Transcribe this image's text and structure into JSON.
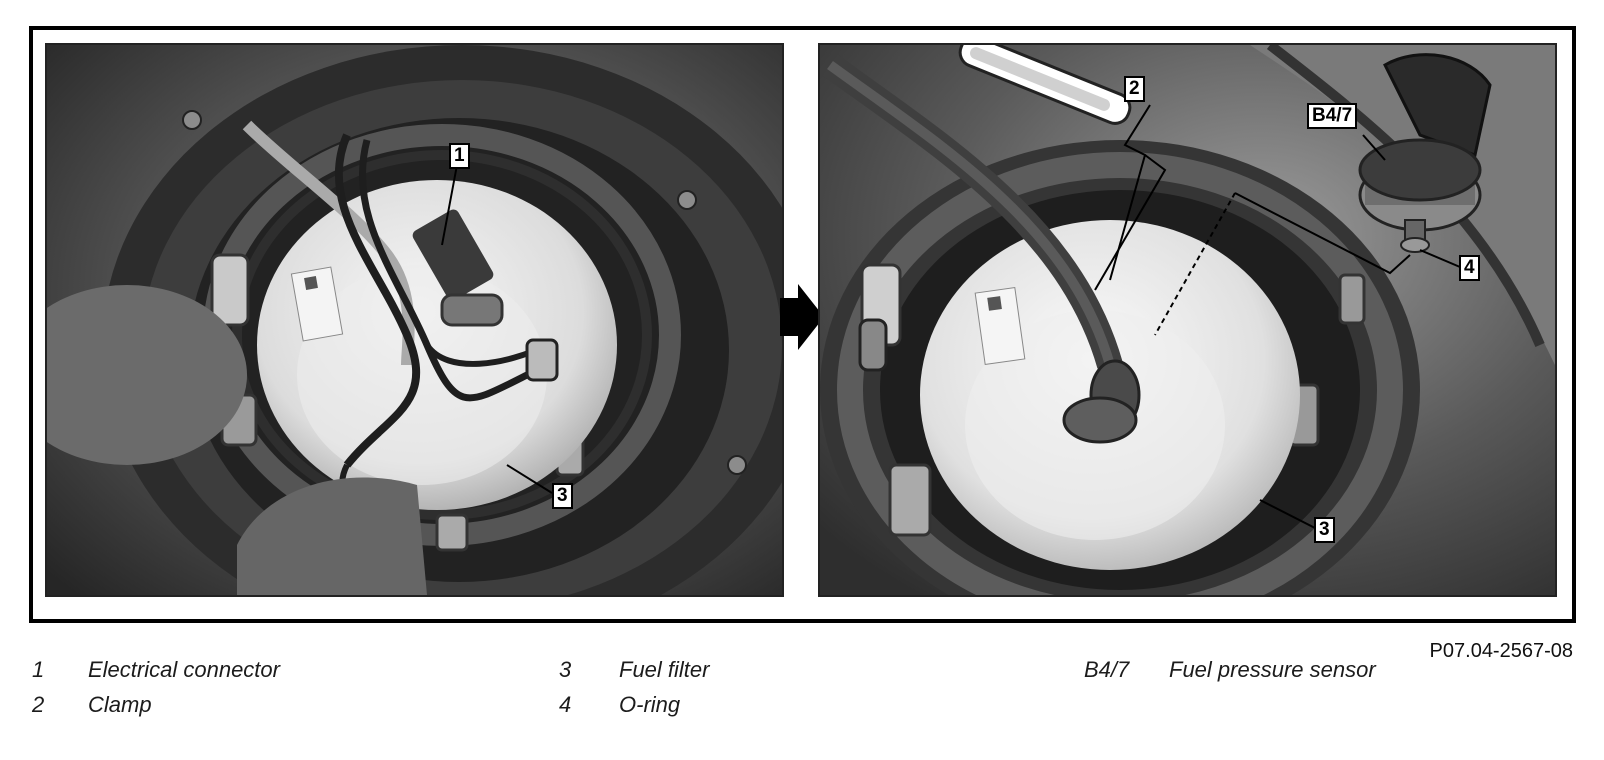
{
  "figure": {
    "reference": "P07.04-2567-08",
    "callouts": {
      "left_1": "1",
      "left_3": "3",
      "right_2": "2",
      "right_b47": "B4/7",
      "right_4": "4",
      "right_3": "3"
    }
  },
  "legend": {
    "col1": [
      {
        "num": "1",
        "text": "Electrical connector"
      },
      {
        "num": "2",
        "text": "Clamp"
      }
    ],
    "col2": [
      {
        "num": "3",
        "text": "Fuel filter"
      },
      {
        "num": "4",
        "text": "O-ring"
      }
    ],
    "col3": [
      {
        "num": "B4/7",
        "text": "Fuel pressure sensor"
      }
    ]
  }
}
